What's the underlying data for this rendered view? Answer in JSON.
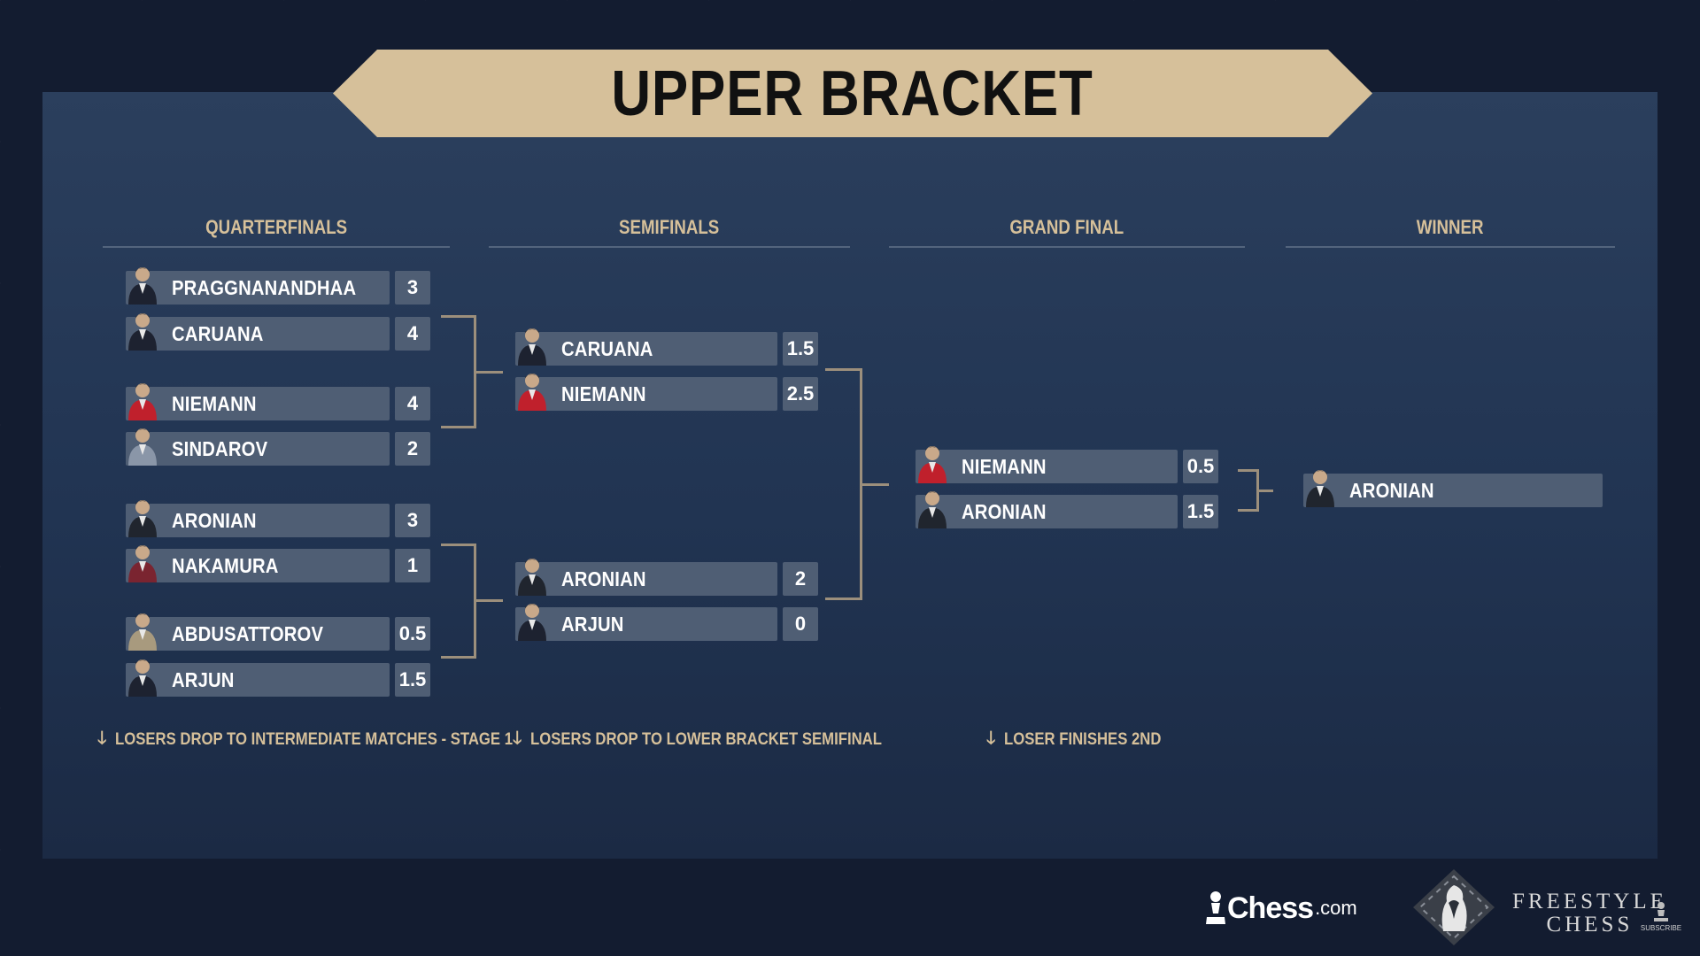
{
  "banner_title": "UPPER BRACKET",
  "columns": {
    "quarterfinals": "QUARTERFINALS",
    "semifinals": "SEMIFINALS",
    "grand_final": "GRAND FINAL",
    "winner": "WINNER"
  },
  "quarterfinals": [
    {
      "name": "PRAGGNANANDHAA",
      "score": "3",
      "shirt": "#1d2230"
    },
    {
      "name": "CARUANA",
      "score": "4",
      "shirt": "#1d2230"
    },
    {
      "name": "NIEMANN",
      "score": "4",
      "shirt": "#c0202c"
    },
    {
      "name": "SINDAROV",
      "score": "2",
      "shirt": "#8a96a8"
    },
    {
      "name": "ARONIAN",
      "score": "3",
      "shirt": "#20252e"
    },
    {
      "name": "NAKAMURA",
      "score": "1",
      "shirt": "#7a2430"
    },
    {
      "name": "ABDUSATTOROV",
      "score": "0.5",
      "shirt": "#a89a7e"
    },
    {
      "name": "ARJUN",
      "score": "1.5",
      "shirt": "#1d2230"
    }
  ],
  "semifinals": [
    {
      "name": "CARUANA",
      "score": "1.5",
      "shirt": "#1d2230"
    },
    {
      "name": "NIEMANN",
      "score": "2.5",
      "shirt": "#c0202c"
    },
    {
      "name": "ARONIAN",
      "score": "2",
      "shirt": "#20252e"
    },
    {
      "name": "ARJUN",
      "score": "0",
      "shirt": "#1d2230"
    }
  ],
  "grand_final": [
    {
      "name": "NIEMANN",
      "score": "0.5",
      "shirt": "#c0202c"
    },
    {
      "name": "ARONIAN",
      "score": "1.5",
      "shirt": "#20252e"
    }
  ],
  "winner": {
    "name": "ARONIAN",
    "shirt": "#20252e"
  },
  "notes": {
    "quarterfinals": "LOSERS DROP TO INTERMEDIATE MATCHES - STAGE 1",
    "semifinals": "LOSERS DROP TO LOWER BRACKET SEMIFINAL",
    "grand_final": "LOSER FINISHES 2ND"
  },
  "logos": {
    "chess_word": "Chess",
    "chess_domain": ".com",
    "freestyle_line1": "FREESTYLE",
    "freestyle_line2": "CHESS",
    "subscribe": "SUBSCRIBE"
  },
  "colors": {
    "gold": "#d6c09a",
    "panel": "#4f5e74",
    "connector": "#9c8f7c"
  }
}
